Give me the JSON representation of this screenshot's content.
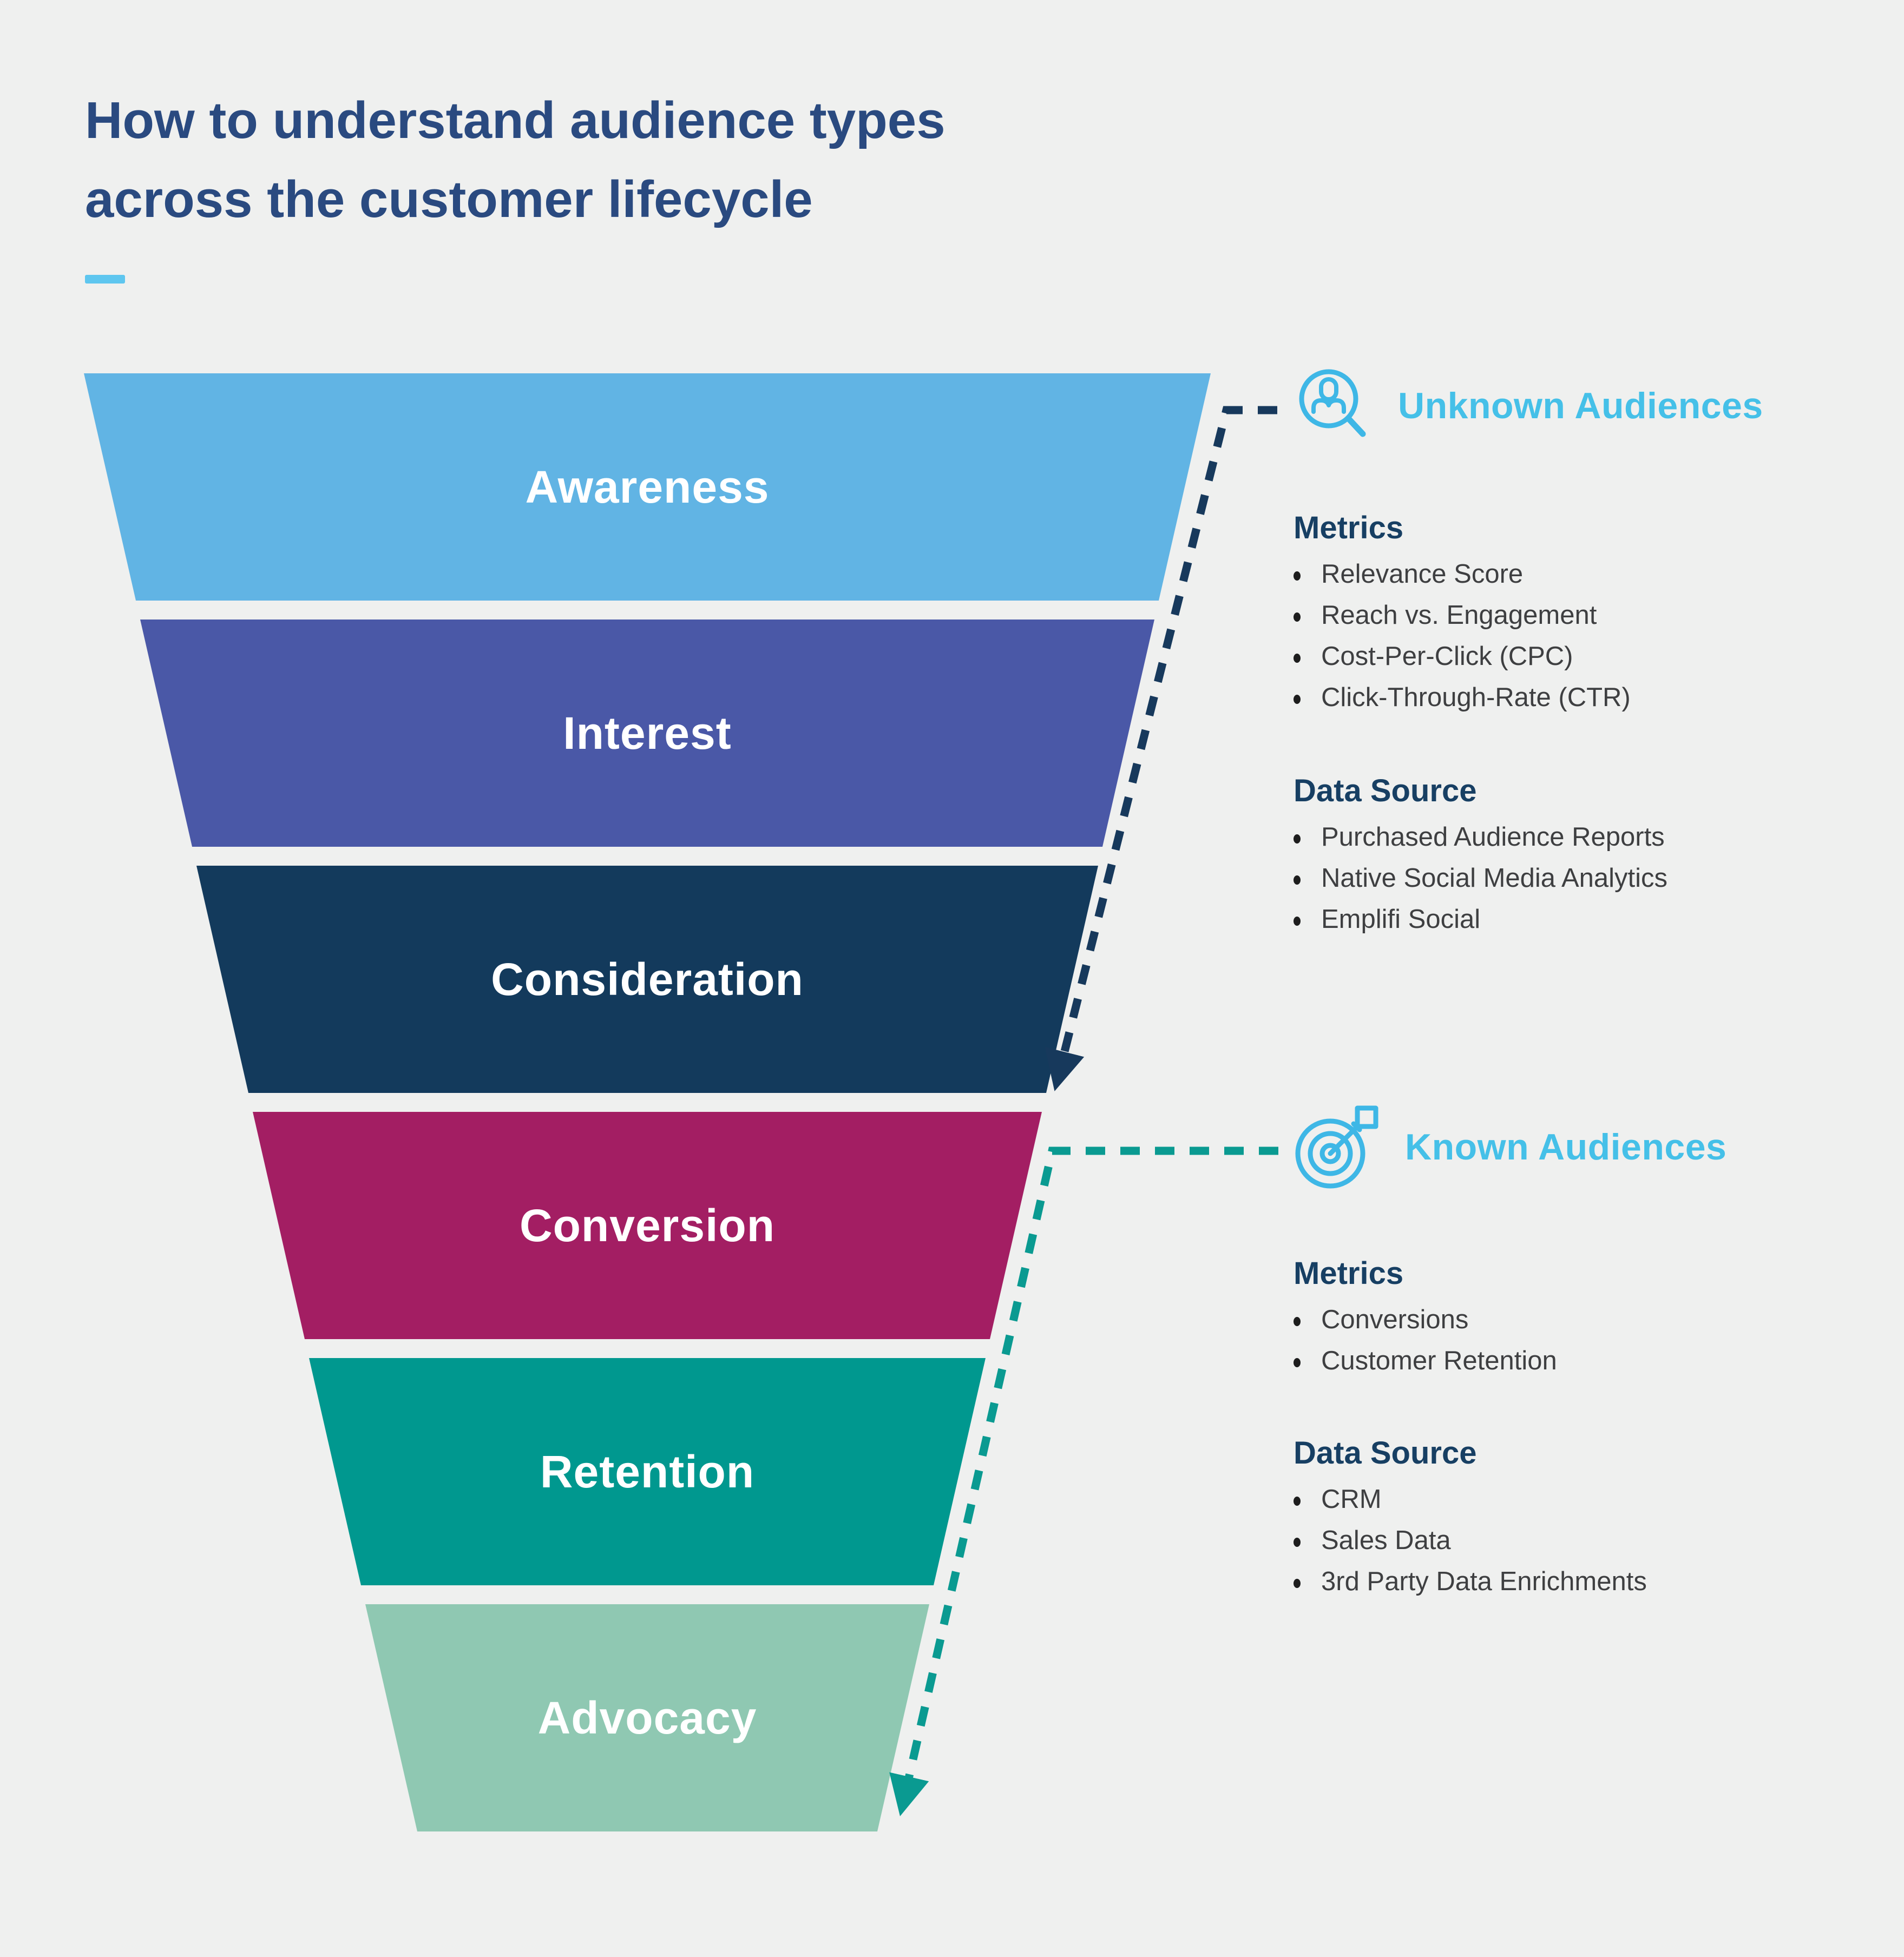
{
  "title": {
    "line1": "How to understand audience types",
    "line2": "across the customer lifecycle"
  },
  "funnel": {
    "stages": [
      {
        "label": "Awareness",
        "color": "#61b4e4"
      },
      {
        "label": "Interest",
        "color": "#4a58a7"
      },
      {
        "label": "Consideration",
        "color": "#133a5c"
      },
      {
        "label": "Conversion",
        "color": "#a31e63"
      },
      {
        "label": "Retention",
        "color": "#00988f"
      },
      {
        "label": "Advocacy",
        "color": "#8fc8b2"
      }
    ]
  },
  "audience_sections": [
    {
      "heading": "Unknown Audiences",
      "icon": "user-search-icon",
      "metrics": {
        "heading": "Metrics",
        "items": [
          "Relevance Score",
          "Reach vs. Engagement",
          "Cost-Per-Click (CPC)",
          "Click-Through-Rate (CTR)"
        ]
      },
      "data_source": {
        "heading": "Data Source",
        "items": [
          "Purchased Audience Reports",
          "Native Social Media Analytics",
          "Emplifi Social"
        ]
      }
    },
    {
      "heading": "Known Audiences",
      "icon": "target-arrow-icon",
      "metrics": {
        "heading": "Metrics",
        "items": [
          "Conversions",
          "Customer Retention"
        ]
      },
      "data_source": {
        "heading": "Data Source",
        "items": [
          "CRM",
          "Sales Data",
          "3rd Party Data Enrichments"
        ]
      }
    }
  ],
  "colors": {
    "background": "#eff0ef",
    "title": "#2a4a80",
    "accent_light_blue": "#45c0e8",
    "accent_dash": "#5ec6ef",
    "subheading_navy": "#173f63",
    "body_text": "#3e3f41",
    "funnel_label": "#ffffff",
    "dash_navy": "#17395c",
    "dash_teal": "#0a9a91",
    "icon_stroke": "#3eb7e6"
  }
}
